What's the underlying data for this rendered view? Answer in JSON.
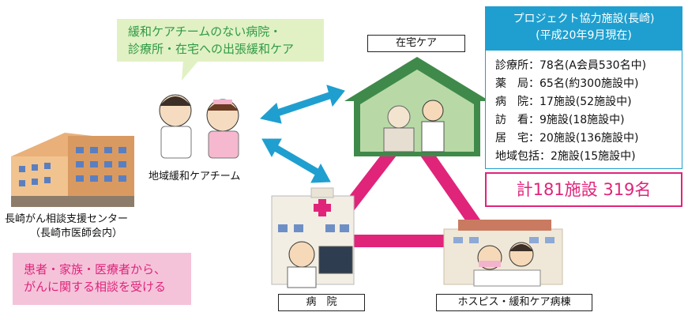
{
  "callout": {
    "line1": "緩和ケアチームのない病院・",
    "line2": "診療所・在宅への出張緩和ケア"
  },
  "labels": {
    "home_care": "在宅ケア",
    "team": "地域緩和ケアチーム",
    "center_line1": "長崎がん相談支援センター",
    "center_line2": "（長崎市医師会内）",
    "hospital": "病　院",
    "hospice": "ホスピス・緩和ケア病棟"
  },
  "note": {
    "line1": "患者・家族・医療者から、",
    "line2": "がんに関する相談を受ける"
  },
  "project": {
    "title_line1": "プロジェクト協力施設(長崎)",
    "title_line2": "(平成20年9月現在)",
    "rows": [
      "診療所：78名(A会員530名中)",
      "薬　局：65名(約300施設中)",
      "病　院：17施設(52施設中)",
      "訪　看：9施設(18施設中)",
      "居　宅：20施設(136施設中)",
      "地域包括：2施設(15施設中)"
    ],
    "total": "計181施設  319名"
  },
  "colors": {
    "arrow_blue": "#1f9fcf",
    "link_magenta": "#e0247a",
    "callout_green": "#2f9a45",
    "note_pink": "#f4c3da"
  }
}
